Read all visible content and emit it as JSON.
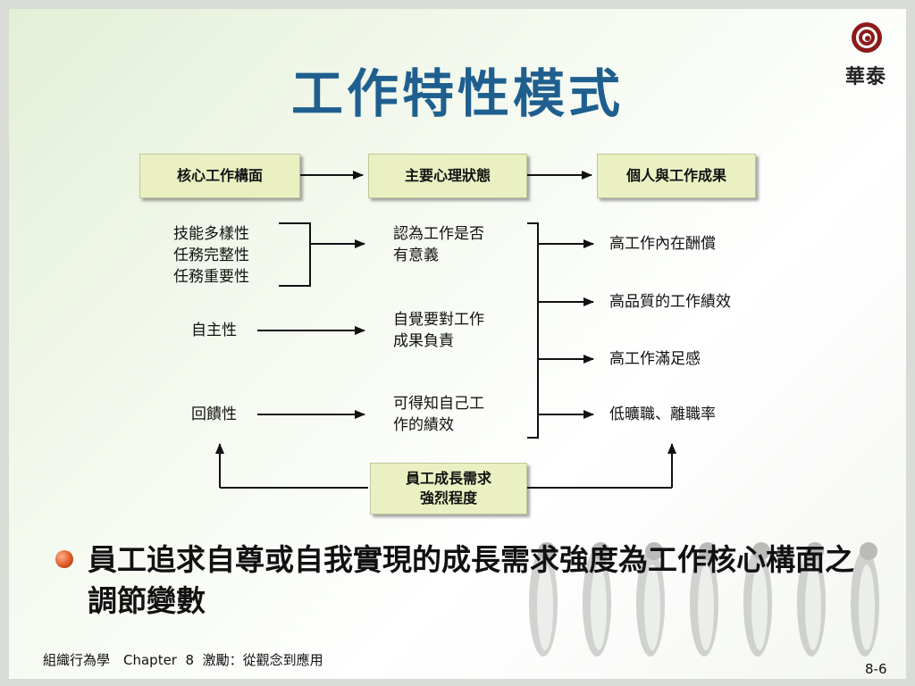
{
  "title": "工作特性模式",
  "logo": {
    "text": "華泰"
  },
  "diagram": {
    "headers": {
      "core": "核心工作構面",
      "psych": "主要心理狀態",
      "outcome": "個人與工作成果"
    },
    "core_group": [
      "技能多樣性",
      "任務完整性",
      "任務重要性"
    ],
    "autonomy": "自主性",
    "feedback": "回饋性",
    "states": {
      "meaning": "認為工作是否\n有意義",
      "responsibility": "自覺要對工作\n成果負責",
      "knowledge": "可得知自己工\n作的績效"
    },
    "outcomes": [
      "高工作內在酬償",
      "高品質的工作績效",
      "高工作滿足感",
      "低曠職、離職率"
    ],
    "moderator": "員工成長需求\n強烈程度"
  },
  "bullet": "員工追求自尊或自我實現的成長需求強度為工作核心構面之調節變數",
  "footer": "組織行為學　Chapter  8  激勵：從觀念到應用",
  "page_number": "8-6",
  "colors": {
    "title": "#1f5f8f",
    "box_fill": "#eaf0c2",
    "bullet": "#e05a28"
  }
}
